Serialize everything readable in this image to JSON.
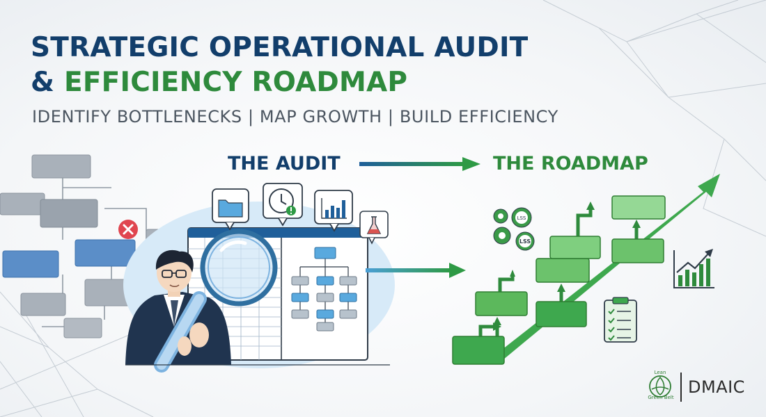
{
  "title": {
    "line1": "STRATEGIC OPERATIONAL AUDIT",
    "line2_amp": "& ",
    "line2_green": "EFFICIENCY ROADMAP"
  },
  "subtitle": "IDENTIFY BOTTLENECKS | MAP GROWTH | BUILD EFFICIENCY",
  "sections": {
    "audit": "THE AUDIT",
    "roadmap": "THE ROADMAP"
  },
  "gear_badges": [
    "LSS",
    "LSS"
  ],
  "brand": {
    "logo_top": "Lean",
    "logo_bottom": "Green Belt",
    "name": "DMAIC"
  },
  "icons": [
    "folder-icon",
    "clock-alert-icon",
    "bar-chart-icon",
    "flask-icon",
    "error-x-icon",
    "gear-icon",
    "checklist-icon",
    "growth-chart-icon",
    "magnifying-glass-icon",
    "flowchart-icon"
  ],
  "colors": {
    "navy": "#123e6b",
    "green": "#2e8a3c",
    "step_green": "#5cb85c",
    "error_red": "#e0454f",
    "gray_box": "#9aa3ad",
    "blue_box": "#5b8ec8"
  }
}
